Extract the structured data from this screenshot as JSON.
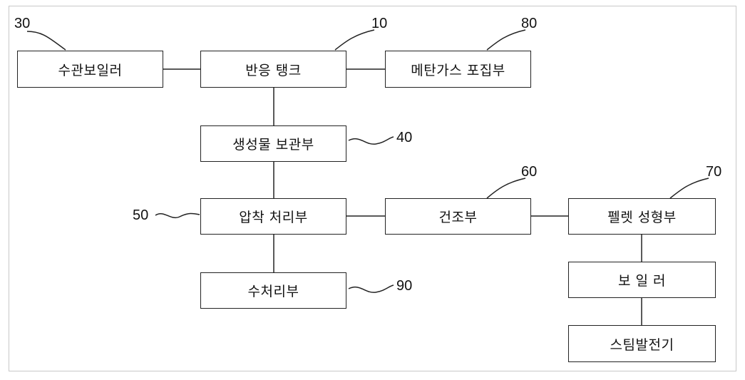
{
  "diagram": {
    "boxes": {
      "boiler_tube": "수관보일러",
      "reaction_tank": "반응 탱크",
      "methane_collector": "메탄가스 포집부",
      "product_storage": "생성물 보관부",
      "compression": "압착 처리부",
      "drying": "건조부",
      "pellet_forming": "펠렛 성형부",
      "boiler": "보 일 러",
      "water_treatment": "수처리부",
      "steam_generator": "스팀발전기"
    },
    "refs": {
      "boiler_tube": "30",
      "reaction_tank": "10",
      "methane_collector": "80",
      "product_storage": "40",
      "compression": "50",
      "drying": "60",
      "pellet_forming": "70",
      "water_treatment": "90"
    }
  }
}
